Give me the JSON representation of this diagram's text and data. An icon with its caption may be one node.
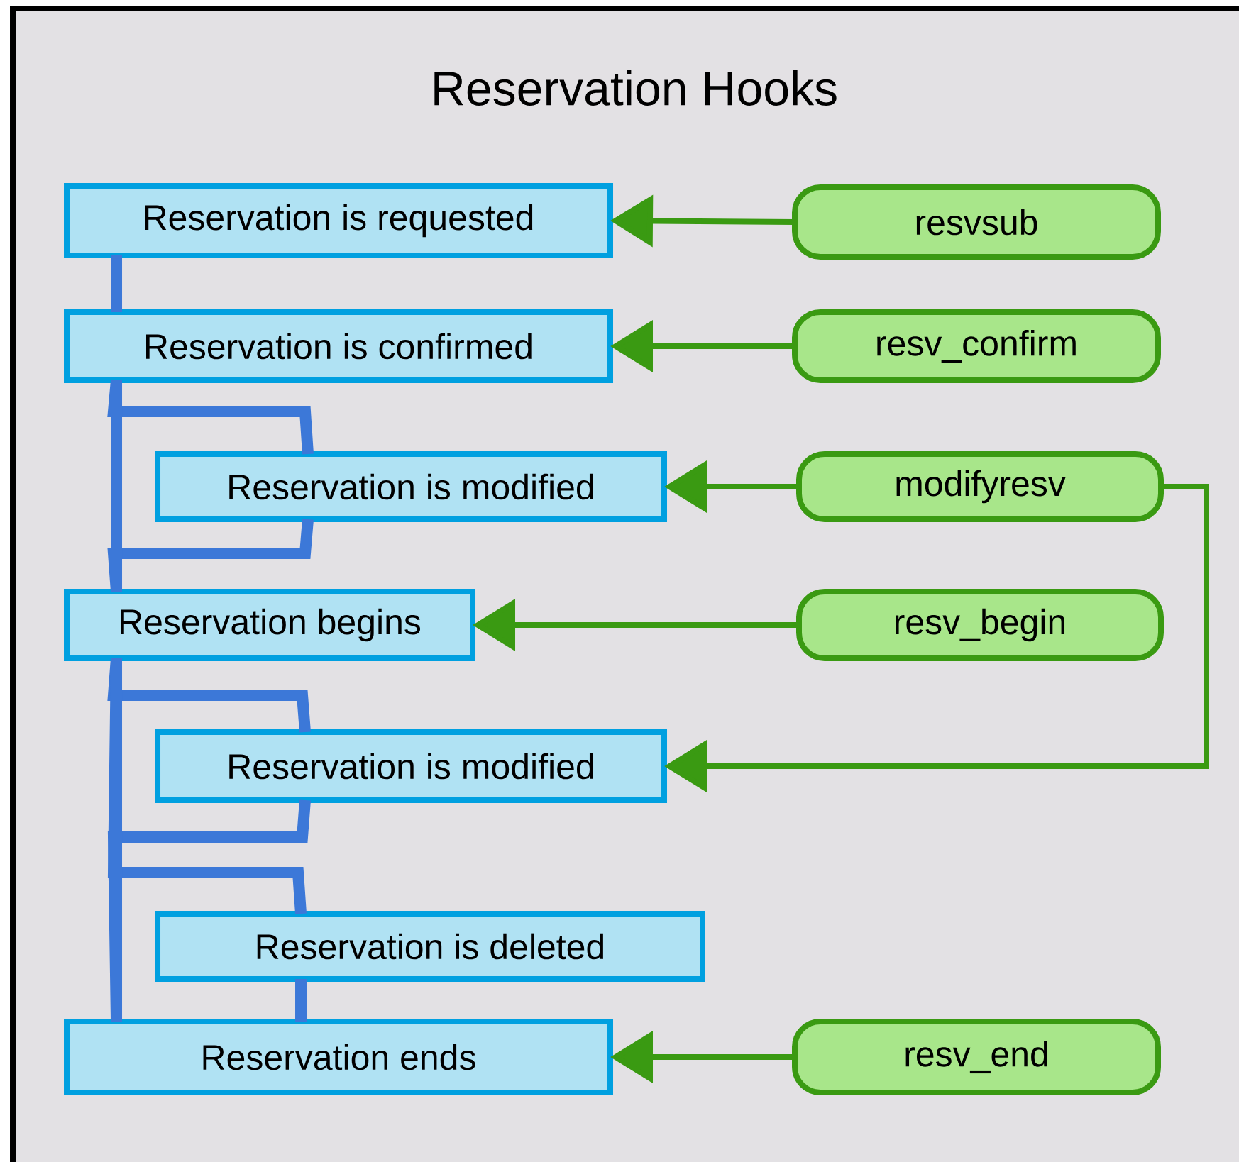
{
  "diagram": {
    "title": "Reservation Hooks",
    "nodes": [
      {
        "text": [
          "Reservation is requested"
        ]
      },
      {
        "text": [
          "Reservation is confirmed"
        ]
      },
      {
        "text": [
          "Reservation is modified"
        ]
      },
      {
        "text": [
          "Reservation begins"
        ]
      },
      {
        "text": [
          "Reservation is modified"
        ]
      },
      {
        "text": [
          "Reservation is deleted"
        ]
      },
      {
        "text": [
          "Reservation ends"
        ]
      },
      {
        "text": [
          "resvsub"
        ]
      },
      {
        "text": [
          "resv_confirm"
        ]
      },
      {
        "text": [
          "modifyresv"
        ]
      },
      {
        "text": [
          "resv_begin"
        ]
      },
      {
        "text": [
          "resv_end"
        ]
      }
    ],
    "edges": [
      {
        "from": 0,
        "to": 1,
        "arrow": "none"
      },
      {
        "from": 1,
        "to": 2,
        "arrow": "none"
      },
      {
        "from": 2,
        "to": 3,
        "arrow": "none"
      },
      {
        "from": 1,
        "to": 3,
        "arrow": "none"
      },
      {
        "from": 3,
        "to": 4,
        "arrow": "none"
      },
      {
        "from": 4,
        "to": 6,
        "arrow": "none"
      },
      {
        "from": 3,
        "to": 5,
        "arrow": "none"
      },
      {
        "from": 5,
        "to": 6,
        "arrow": "none"
      },
      {
        "from": 3,
        "to": 6,
        "arrow": "none"
      },
      {
        "from": 7,
        "to": 0,
        "arrow": "to",
        "color": "#3a9a12"
      },
      {
        "from": 8,
        "to": 1,
        "arrow": "to",
        "color": "#3a9a12"
      },
      {
        "from": 9,
        "to": 2,
        "arrow": "to",
        "color": "#3a9a12"
      },
      {
        "from": 10,
        "to": 3,
        "arrow": "to",
        "color": "#3a9a12"
      },
      {
        "from": 9,
        "to": 4,
        "arrow": "to",
        "color": "#3a9a12"
      },
      {
        "from": 11,
        "to": 6,
        "arrow": "to",
        "color": "#3a9a12"
      }
    ]
  }
}
